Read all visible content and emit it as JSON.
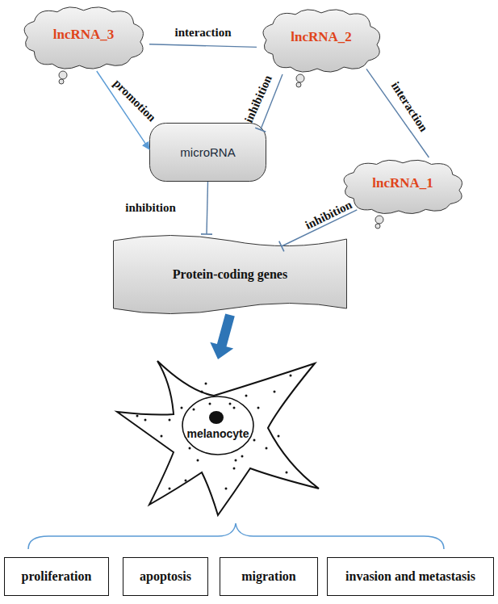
{
  "diagram": {
    "nodes": [
      {
        "text": [
          "lncRNA_3"
        ]
      },
      {
        "text": [
          "lncRNA_2"
        ]
      },
      {
        "text": [
          "microRNA"
        ]
      },
      {
        "text": [
          "lncRNA_1"
        ]
      },
      {
        "text": [
          "Protein-coding genes"
        ]
      },
      {
        "text": [
          "melanocyte"
        ]
      },
      {
        "text": [
          "proliferation"
        ]
      },
      {
        "text": [
          "apoptosis"
        ]
      },
      {
        "text": [
          "migration"
        ]
      },
      {
        "text": [
          "invasion and metastasis"
        ]
      }
    ],
    "edges": [
      {
        "from": 0,
        "to": 1,
        "label": "interaction",
        "arrow": "none"
      },
      {
        "from": 0,
        "to": 2,
        "label": "promotion",
        "arrow": "to"
      },
      {
        "from": 1,
        "to": 2,
        "label": "inhibition",
        "arrow": "to"
      },
      {
        "from": 1,
        "to": 3,
        "label": "interaction",
        "arrow": "none"
      },
      {
        "from": 2,
        "to": 4,
        "label": "inhibition",
        "arrow": "to"
      },
      {
        "from": 3,
        "to": 4,
        "label": "inhibition",
        "arrow": "to"
      },
      {
        "from": 4,
        "to": 5,
        "arrow": "to"
      }
    ]
  }
}
